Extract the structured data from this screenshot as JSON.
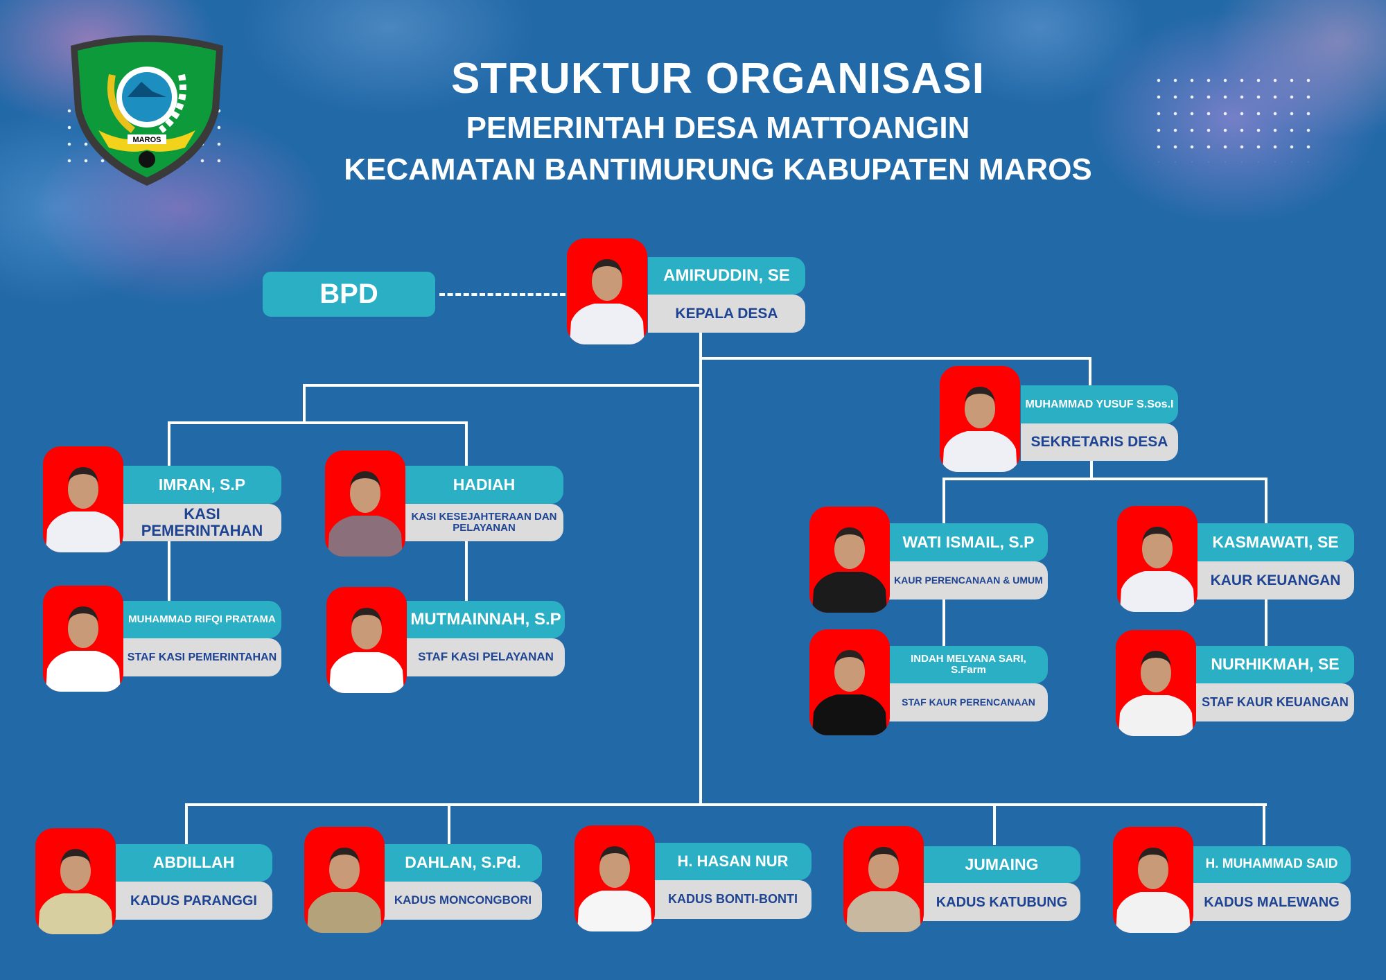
{
  "header": {
    "title": "STRUKTUR ORGANISASI",
    "subtitle1": "PEMERINTAH DESA MATTOANGIN",
    "subtitle2": "KECAMATAN BANTIMURUNG KABUPATEN MAROS"
  },
  "logo": {
    "text": "MAROS"
  },
  "bpd": {
    "label": "BPD"
  },
  "colors": {
    "background": "#2269a8",
    "name_box": "#2bafc4",
    "role_box": "#dcdcdc",
    "role_text": "#1d4392",
    "photo_bg": "#ff0000"
  },
  "cards": [
    {
      "id": "kepala-desa",
      "name": "AMIRUDDIN, SE",
      "role": "KEPALA DESA"
    },
    {
      "id": "sekretaris-desa",
      "name": "MUHAMMAD YUSUF S.Sos.I",
      "role": "SEKRETARIS DESA"
    },
    {
      "id": "kasi-pemerintahan",
      "name": "IMRAN, S.P",
      "role": "KASI PEMERINTAHAN"
    },
    {
      "id": "kasi-kesejahteraan",
      "name": "HADIAH",
      "role": "KASI KESEJAHTERAAN DAN PELAYANAN"
    },
    {
      "id": "staf-kasi-pemerintahan",
      "name": "MUHAMMAD RIFQI PRATAMA",
      "role": "STAF KASI PEMERINTAHAN"
    },
    {
      "id": "staf-kasi-pelayanan",
      "name": "MUTMAINNAH, S.P",
      "role": "STAF KASI PELAYANAN"
    },
    {
      "id": "kaur-perencanaan",
      "name": "WATI ISMAIL, S.P",
      "role": "KAUR PERENCANAAN & UMUM"
    },
    {
      "id": "kaur-keuangan",
      "name": "KASMAWATI, SE",
      "role": "KAUR KEUANGAN"
    },
    {
      "id": "staf-kaur-perencanaan",
      "name": "INDAH MELYANA SARI, S.Farm",
      "role": "STAF KAUR PERENCANAAN"
    },
    {
      "id": "staf-kaur-keuangan",
      "name": "NURHIKMAH, SE",
      "role": "STAF KAUR KEUANGAN"
    },
    {
      "id": "kadus-paranggi",
      "name": "ABDILLAH",
      "role": "KADUS PARANGGI"
    },
    {
      "id": "kadus-moncongbori",
      "name": "DAHLAN, S.Pd.",
      "role": "KADUS MONCONGBORI"
    },
    {
      "id": "kadus-bonti-bonti",
      "name": "H. HASAN NUR",
      "role": "KADUS BONTI-BONTI"
    },
    {
      "id": "kadus-katubung",
      "name": "JUMAING",
      "role": "KADUS KATUBUNG"
    },
    {
      "id": "kadus-malewang",
      "name": "H. MUHAMMAD SAID",
      "role": "KADUS MALEWANG"
    }
  ]
}
